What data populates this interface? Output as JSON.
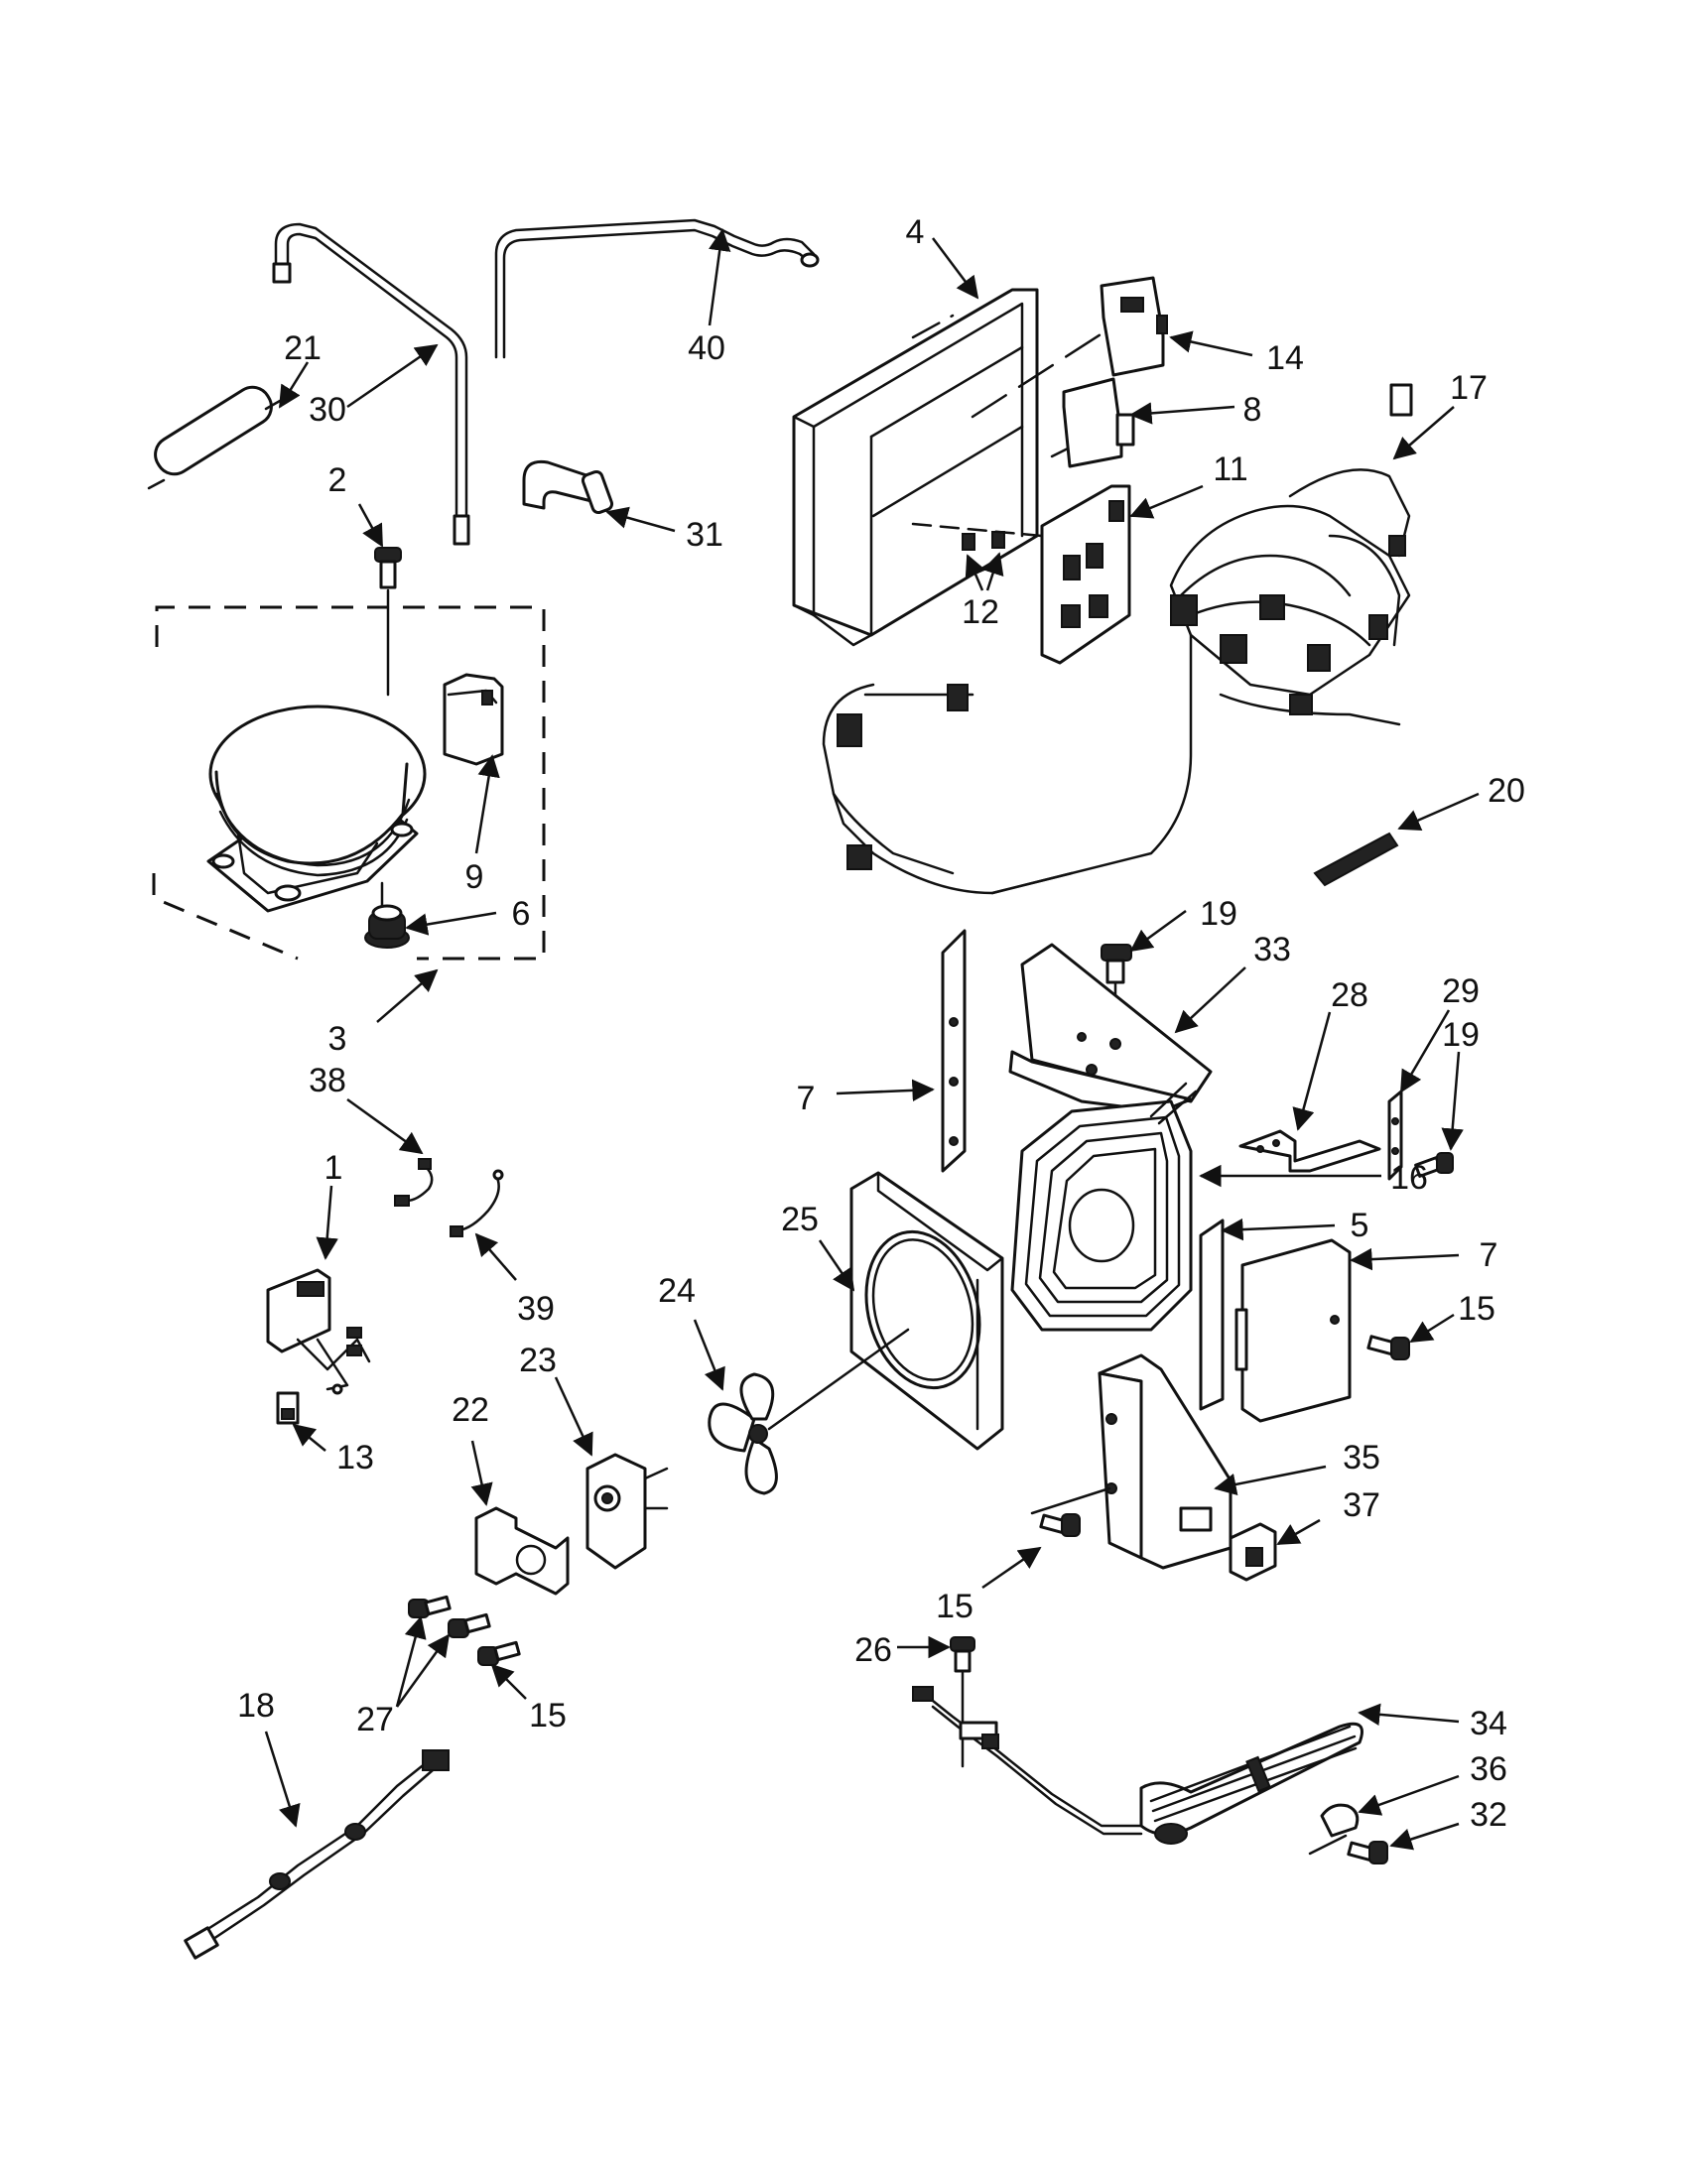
{
  "callouts": {
    "c1": "1",
    "c2": "2",
    "c3": "3",
    "c4": "4",
    "c5": "5",
    "c6": "6",
    "c7a": "7",
    "c7b": "7",
    "c8": "8",
    "c9": "9",
    "c11": "11",
    "c12": "12",
    "c13": "13",
    "c14": "14",
    "c15a": "15",
    "c15b": "15",
    "c15c": "15",
    "c16": "16",
    "c17": "17",
    "c18": "18",
    "c19a": "19",
    "c19b": "19",
    "c20": "20",
    "c21": "21",
    "c22": "22",
    "c23": "23",
    "c24": "24",
    "c25": "25",
    "c26": "26",
    "c27": "27",
    "c28": "28",
    "c29": "29",
    "c30": "30",
    "c31": "31",
    "c32": "32",
    "c33": "33",
    "c34": "34",
    "c35": "35",
    "c36": "36",
    "c37": "37",
    "c38": "38",
    "c39": "39",
    "c40": "40"
  }
}
